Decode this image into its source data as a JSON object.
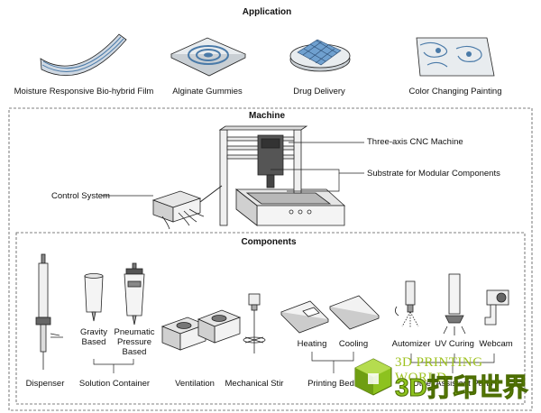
{
  "application": {
    "title": "Application",
    "items": [
      {
        "label": "Moisture Responsive Bio-hybrid Film"
      },
      {
        "label": "Alginate Gummies"
      },
      {
        "label": "Drug Delivery"
      },
      {
        "label": "Color Changing Painting"
      }
    ]
  },
  "machine": {
    "title": "Machine",
    "callouts": {
      "cnc": "Three-axis CNC Machine",
      "substrate": "Substrate for Modular Components",
      "control": "Control System"
    }
  },
  "components": {
    "title": "Components",
    "labels": {
      "gravity": "Gravity\nBased",
      "pneumatic": "Pneumatic\nPressure\nBased",
      "heating": "Heating",
      "cooling": "Cooling",
      "automizer": "Automizer",
      "uv": "UV Curing",
      "webcam": "Webcam"
    },
    "bottom": {
      "dispenser": "Dispenser",
      "solution": "Solution Container",
      "ventilation": "Ventilation",
      "stir": "Mechanical Stir",
      "bed": "Printing Bed",
      "other": "Other Assistant Parts"
    }
  },
  "watermark": {
    "line1": "3D PRINTING WORLD",
    "line2": "3D打印世界",
    "icon": "3d-cube-logo-icon"
  }
}
